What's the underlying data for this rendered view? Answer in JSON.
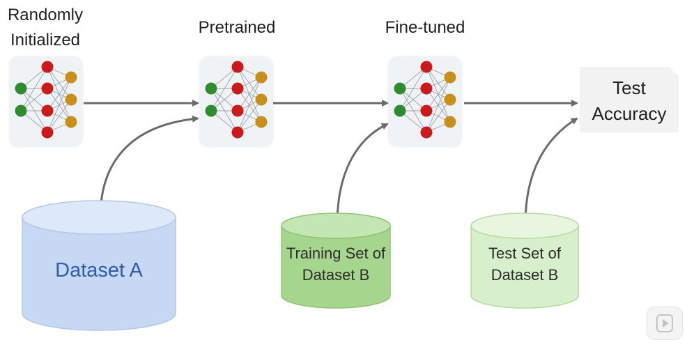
{
  "labels": {
    "randomly_initialized": "Randomly Initialized",
    "pretrained": "Pretrained",
    "fine_tuned": "Fine-tuned",
    "test_accuracy": "Test Accuracy"
  },
  "datasets": {
    "dataset_a": "Dataset A",
    "training_set_b": "Training Set of Dataset B",
    "test_set_b": "Test Set of Dataset B"
  },
  "colors": {
    "input_node": "#2e8b2e",
    "hidden_node": "#cc1a1a",
    "output_node": "#c8901a",
    "arrow": "#6b6b6b",
    "dataset_a_fill": "#c7d8f3",
    "dataset_a_text": "#2f5dab",
    "dataset_b_train_fill": "#a6d68d",
    "dataset_b_test_fill": "#d8efcb",
    "dataset_b_text": "#2b2b2b"
  },
  "icons": {
    "play_button": "play-icon"
  }
}
